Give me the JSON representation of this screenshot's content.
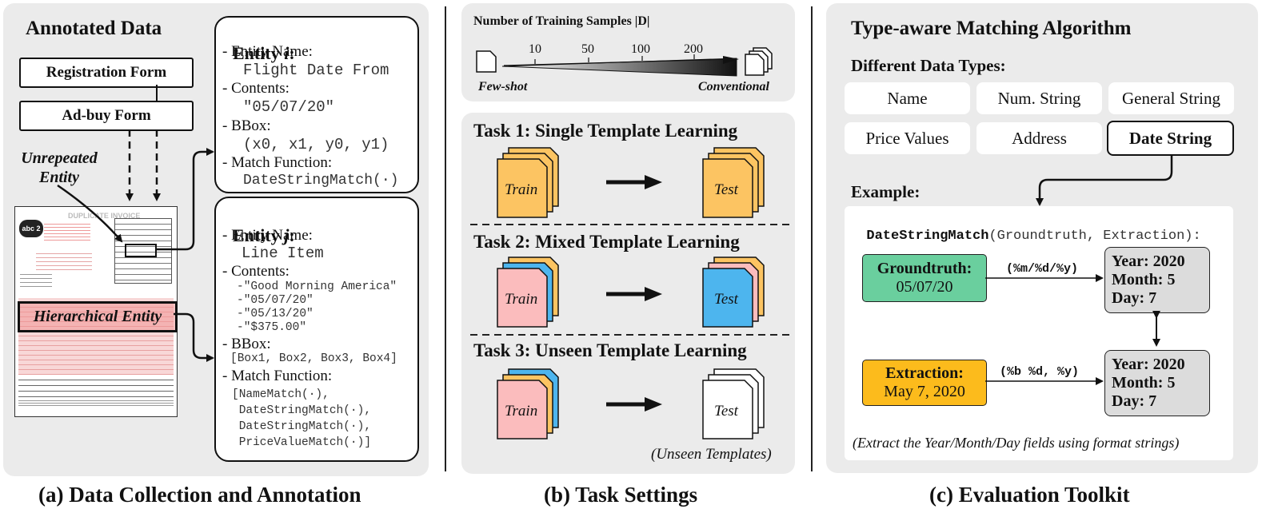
{
  "panel_a": {
    "title": "Annotated Data",
    "form1": "Registration Form",
    "form2": "Ad-buy Form",
    "unrepeated_line1": "Unrepeated",
    "unrepeated_line2": "Entity",
    "hierarchical": "Hierarchical Entity",
    "doc_invoice": "DUPLICATE INVOICE",
    "doc_logo": "abc 2",
    "entity_i": {
      "title_prefix": "Entity ",
      "title_var": "i",
      "title_suffix": ":",
      "name_label": "- Entity Name:",
      "name_value": "Flight Date From",
      "contents_label": "- Contents:",
      "contents_value": "\"05/07/20\"",
      "bbox_label": "- BBox:",
      "bbox_value": "(x0, x1, y0, y1)",
      "match_label": "- Match Function:",
      "match_value": "DateStringMatch(·)"
    },
    "entity_j": {
      "title_prefix": "Entity ",
      "title_var": "j",
      "title_suffix": ":",
      "name_label": "- Entity Name:",
      "name_value": "Line Item",
      "contents_label": "- Contents:",
      "contents": [
        "-\"Good Morning America\"",
        "-\"05/07/20\"",
        "-\"05/13/20\"",
        "-\"$375.00\""
      ],
      "bbox_label": "- BBox:",
      "bbox_value": "[Box1, Box2, Box3, Box4]",
      "match_label": "- Match Function:",
      "match_values": [
        "[NameMatch(·),",
        " DateStringMatch(·),",
        " DateStringMatch(·),",
        " PriceValueMatch(·)]"
      ]
    },
    "caption": "(a) Data Collection and Annotation"
  },
  "panel_b": {
    "samples_title": "Number of Training Samples |D|",
    "ticks": [
      "10",
      "50",
      "100",
      "200"
    ],
    "few_shot": "Few-shot",
    "conventional": "Conventional",
    "task1": "Task 1: Single Template Learning",
    "task2": "Task 2: Mixed Template Learning",
    "task3": "Task 3: Unseen Template Learning",
    "train": "Train",
    "test": "Test",
    "unseen_note": "(Unseen Templates)",
    "caption": "(b) Task Settings",
    "colors": {
      "yellow": "#fcc462",
      "blue": "#4db5ee",
      "pink": "#fbbcbd"
    }
  },
  "panel_c": {
    "title": "Type-aware Matching Algorithm",
    "types_label": "Different Data Types:",
    "types": [
      "Name",
      "Num. String",
      "General String",
      "Price Values",
      "Address",
      "Date String"
    ],
    "example_label": "Example:",
    "func_name": "DateStringMatch",
    "func_args": "(Groundtruth, Extraction):",
    "gt_label": "Groundtruth:",
    "gt_value": "05/07/20",
    "gt_format": "(%m/%d/%y)",
    "ex_label": "Extraction:",
    "ex_value": "May 7, 2020",
    "ex_format": "(%b %d, %y)",
    "result_year": "Year: 2020",
    "result_month": "Month: 5",
    "result_day": "Day: 7",
    "note": "(Extract the Year/Month/Day fields using format strings)",
    "caption": "(c) Evaluation Toolkit",
    "colors": {
      "green": "#6acf9e",
      "orange": "#fcbb1c"
    }
  }
}
